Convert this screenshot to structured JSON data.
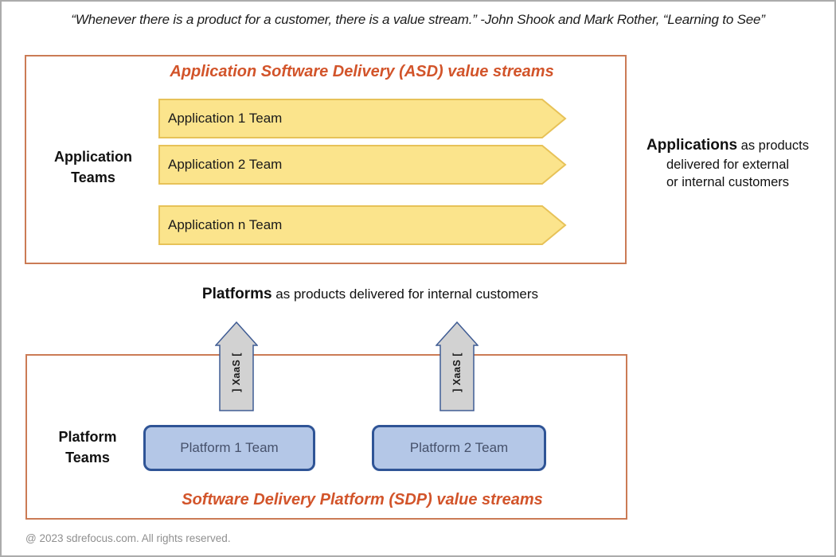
{
  "quote": "“Whenever there is a product for a customer, there is a value stream.” -John Shook and Mark Rother, “Learning to See”",
  "asd": {
    "title": "Application Software Delivery (ASD) value streams",
    "side_label": "Application\nTeams",
    "arrows": [
      "Application 1 Team",
      "Application 2 Team",
      "Application n Team"
    ],
    "note": {
      "bold": "Applications",
      "line1_rest": " as products",
      "line2": "delivered for external",
      "line3": "or internal customers"
    }
  },
  "platforms_heading": {
    "bold": "Platforms",
    "rest": " as products delivered for internal customers"
  },
  "sdp": {
    "title": "Software Delivery Platform (SDP) value streams",
    "side_label": "Platform\nTeams",
    "xaas_label": "] XaaS [",
    "boxes": [
      "Platform 1 Team",
      "Platform 2 Team"
    ]
  },
  "footer": "@ 2023 sdrefocus.com. All rights reserved.",
  "colors": {
    "box_border_orange": "#cb7b55",
    "title_orange": "#d2542a",
    "arrow_yellow_fill": "#fbe48c",
    "arrow_yellow_border": "#e7c258",
    "xaas_gray_fill": "#d2d2d2",
    "xaas_border_navy": "#3f5c94",
    "platform_blue_fill": "#b4c7e7",
    "platform_blue_border": "#2f5496",
    "footer_gray": "#8f8f8f"
  }
}
